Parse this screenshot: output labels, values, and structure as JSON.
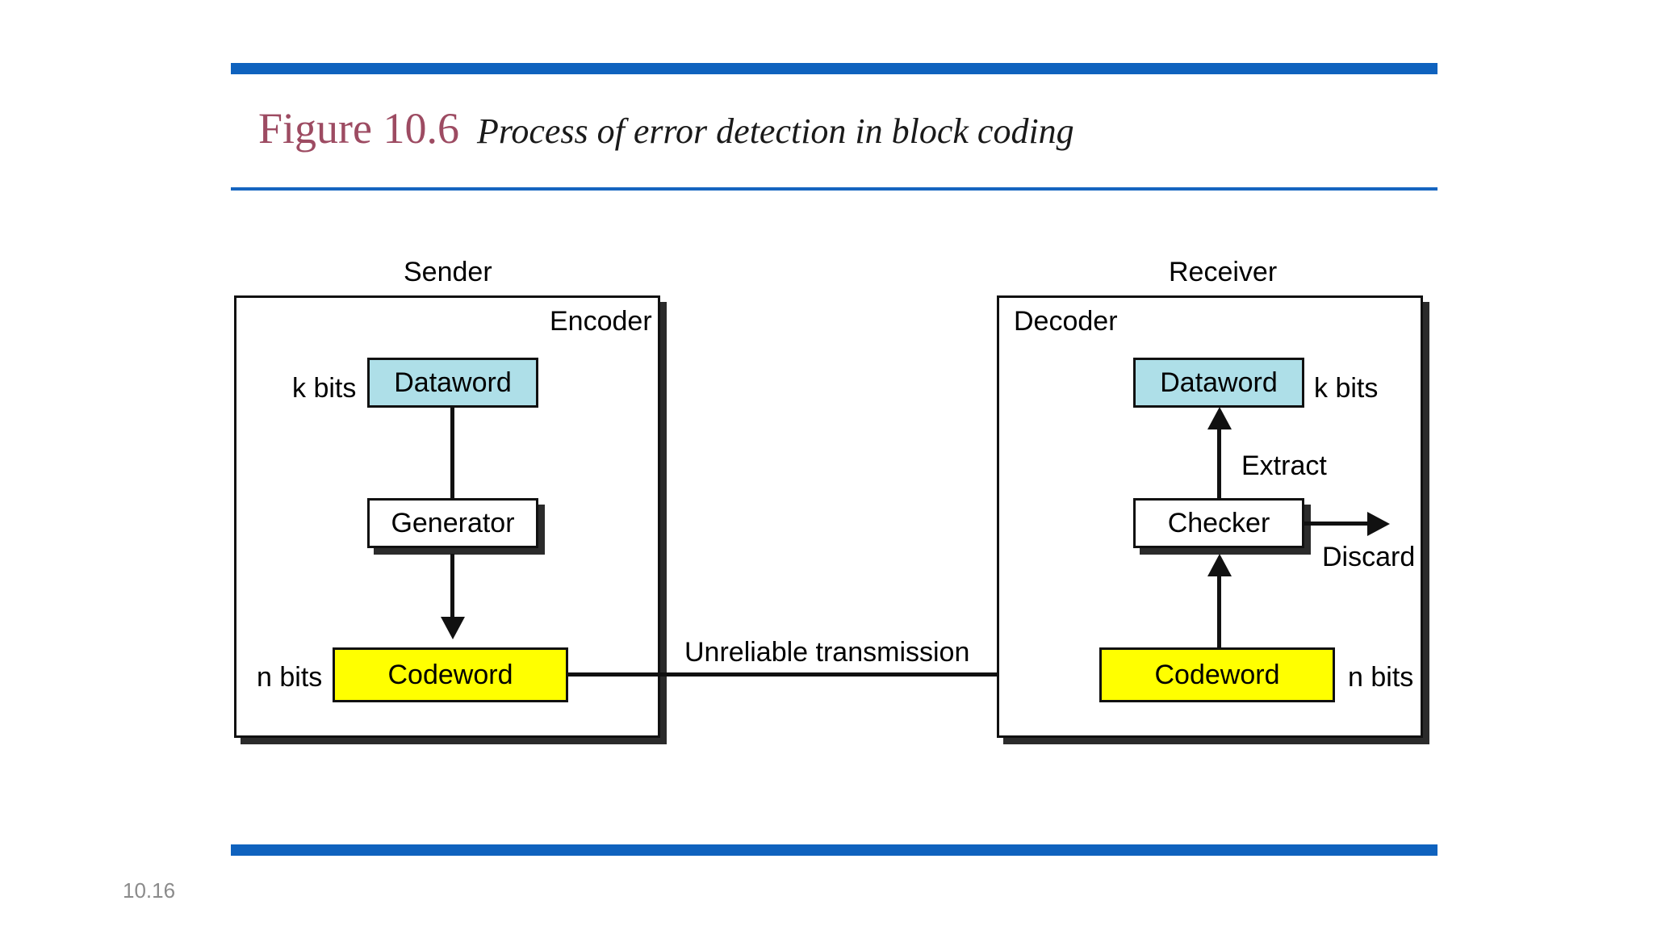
{
  "slide": {
    "page_number": "10.16",
    "accent_bar_color": "#0f62be",
    "title_accent_color": "#9d4b62"
  },
  "header": {
    "figure_label": "Figure 10.6",
    "caption": "Process of error detection in block coding"
  },
  "diagram": {
    "sender": {
      "title": "Sender",
      "inner_label": "Encoder",
      "dataword": {
        "label": "Dataword",
        "bits": "k bits",
        "color": "#aedfe8"
      },
      "generator": {
        "label": "Generator",
        "color": "#ffffff"
      },
      "codeword": {
        "label": "Codeword",
        "bits": "n bits",
        "color": "#ffff00"
      }
    },
    "channel": {
      "label": "Unreliable transmission"
    },
    "receiver": {
      "title": "Receiver",
      "inner_label": "Decoder",
      "dataword": {
        "label": "Dataword",
        "bits": "k bits",
        "color": "#aedfe8"
      },
      "checker": {
        "label": "Checker",
        "color": "#ffffff"
      },
      "codeword": {
        "label": "Codeword",
        "bits": "n bits",
        "color": "#ffff00"
      },
      "extract_label": "Extract",
      "discard_label": "Discard"
    }
  }
}
